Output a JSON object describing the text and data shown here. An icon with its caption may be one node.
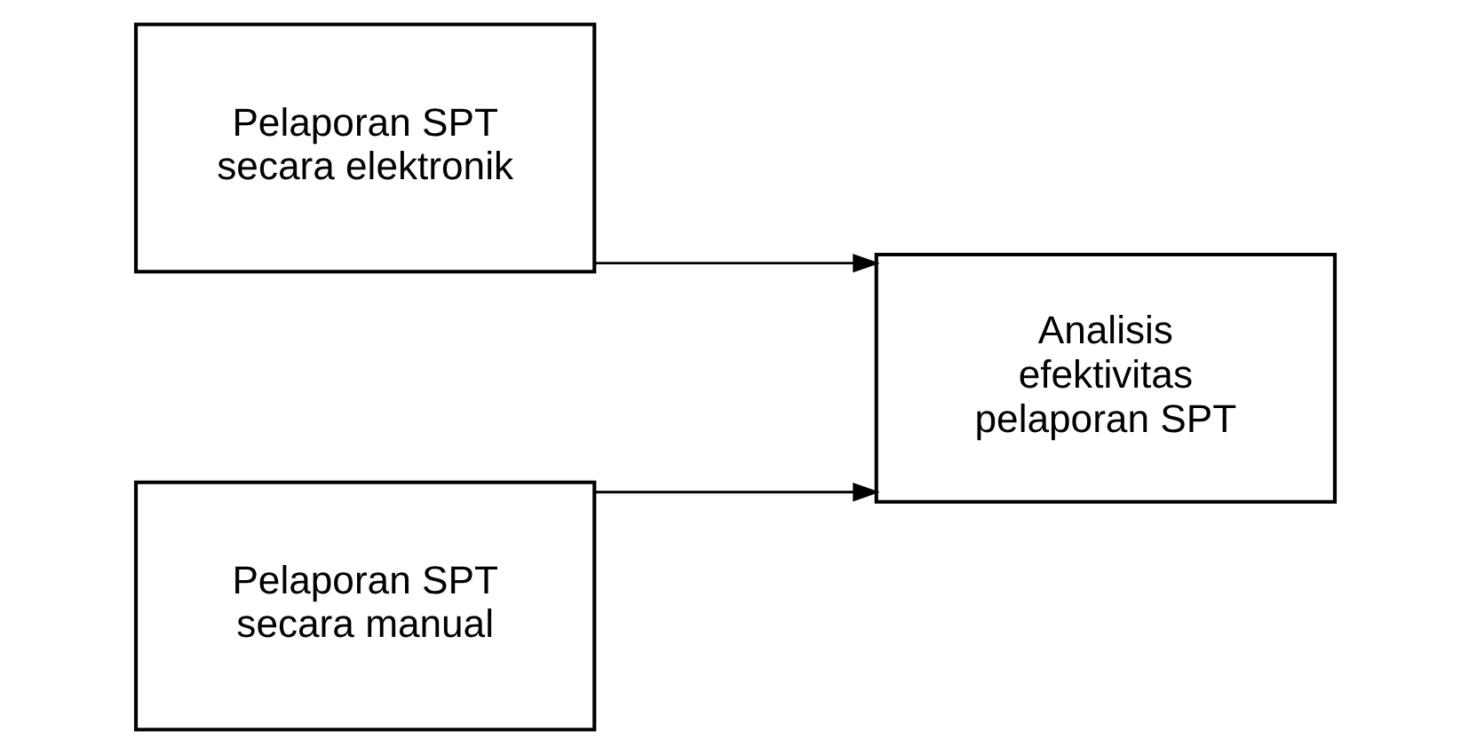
{
  "diagram": {
    "nodes": [
      {
        "text": [
          "Pelaporan SPT secara elektronik"
        ]
      },
      {
        "text": [
          "Pelaporan SPT secara manual"
        ]
      },
      {
        "text": [
          "Analisis efektivitas pelaporan SPT"
        ]
      }
    ],
    "edges": [
      {
        "from": 0,
        "to": 2,
        "arrow": "to"
      },
      {
        "from": 1,
        "to": 2,
        "arrow": "to"
      }
    ]
  }
}
